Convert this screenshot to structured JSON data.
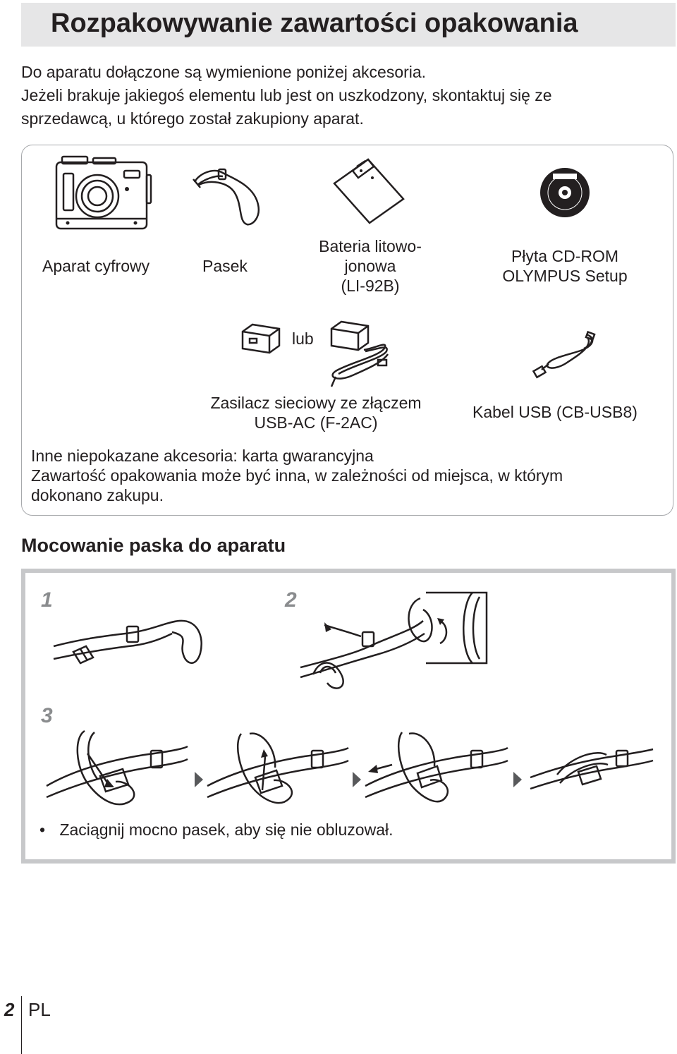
{
  "title": "Rozpakowywanie zawartości opakowania",
  "intro": {
    "line1": "Do aparatu dołączone są wymienione poniżej akcesoria.",
    "line2": "Jeżeli brakuje jakiegoś elementu lub jest on uszkodzony, skontaktuj się ze",
    "line3": "sprzedawcą, u którego został zakupiony aparat."
  },
  "accessories": {
    "camera": "Aparat cyfrowy",
    "strap": "Pasek",
    "battery_l1": "Bateria litowo-",
    "battery_l2": "jonowa",
    "battery_l3": "(LI-92B)",
    "cd_l1": "Płyta CD-ROM",
    "cd_l2": "OLYMPUS Setup",
    "or": "lub",
    "adapter_l1": "Zasilacz sieciowy ze złączem",
    "adapter_l2": "USB-AC (F-2AC)",
    "usb": "Kabel USB (CB-USB8)"
  },
  "notes": {
    "line1": "Inne niepokazane akcesoria: karta gwarancyjna",
    "line2": "Zawartość opakowania może być inna, w zależności od miejsca, w którym",
    "line3": "dokonano zakupu."
  },
  "strap_section": {
    "heading": "Mocowanie paska do aparatu",
    "step1": "1",
    "step2": "2",
    "step3": "3",
    "bullet": "•",
    "instruction": "Zaciągnij mocno pasek, aby się nie obluzował."
  },
  "footer": {
    "page": "2",
    "lang": "PL"
  }
}
